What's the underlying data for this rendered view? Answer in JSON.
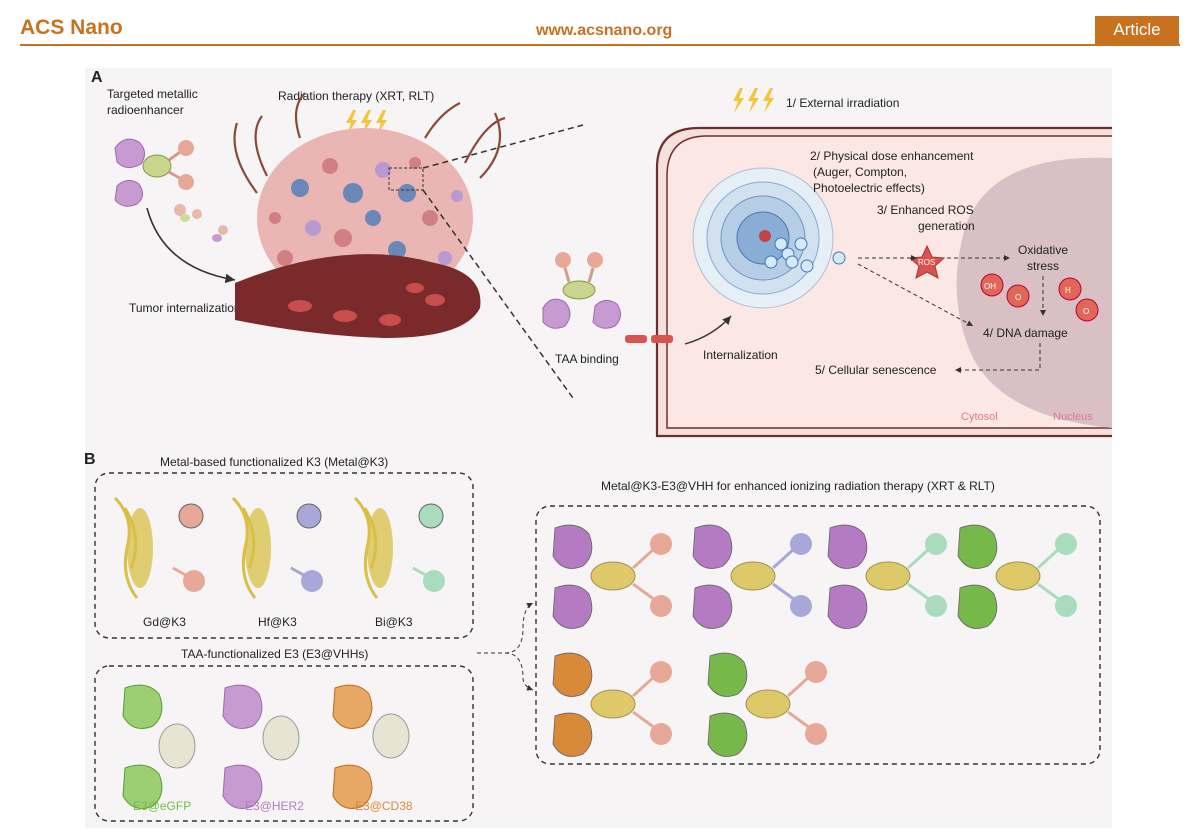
{
  "header": {
    "journal": "ACS Nano",
    "website": "www.acsnano.org",
    "article_type": "Article"
  },
  "panel_a": {
    "label": "A",
    "targeted_label_1": "Targeted metallic",
    "targeted_label_2": "radioenhancer",
    "radiation_label": "Radiation therapy (XRT, RLT)",
    "tumor_internalization": "Tumor internalization",
    "taa_binding": "TAA binding",
    "internalization": "Internalization",
    "step1": "1/ External irradiation",
    "step2_1": "2/ Physical dose enhancement",
    "step2_2": "(Auger, Compton,",
    "step2_3": "Photoelectric effects)",
    "step3_1": "3/ Enhanced ROS",
    "step3_2": "generation",
    "ros": "ROS",
    "oxidative_1": "Oxidative",
    "oxidative_2": "stress",
    "oh": "OH",
    "o2_a": "O",
    "h2o2": "H",
    "o2_b": "O",
    "step4": "4/ DNA damage",
    "step5": "5/ Cellular senescence",
    "cytosol": "Cytosol",
    "nucleus": "Nucleus"
  },
  "panel_b": {
    "label": "B",
    "metal_title": "Metal-based functionalized K3 (Metal@K3)",
    "metals": [
      "Gd@K3",
      "Hf@K3",
      "Bi@K3"
    ],
    "taa_title": "TAA-functionalized E3 (E3@VHHs)",
    "e3": [
      "E3@eGFP",
      "E3@HER2",
      "E3@CD38"
    ],
    "combo_title": "Metal@K3-E3@VHH for enhanced ionizing radiation therapy (XRT & RLT)"
  },
  "colors": {
    "brand": "#c8711e",
    "gd": "#e8a898",
    "hf": "#a9a6d8",
    "bi": "#a9dcbc",
    "egfp": "#77b84a",
    "her2": "#b47ac2",
    "cd38": "#d88a3a",
    "k3": "#d8bf45",
    "cytosol_text": "#e17a8c",
    "nucleus_text": "#e17a8c"
  }
}
